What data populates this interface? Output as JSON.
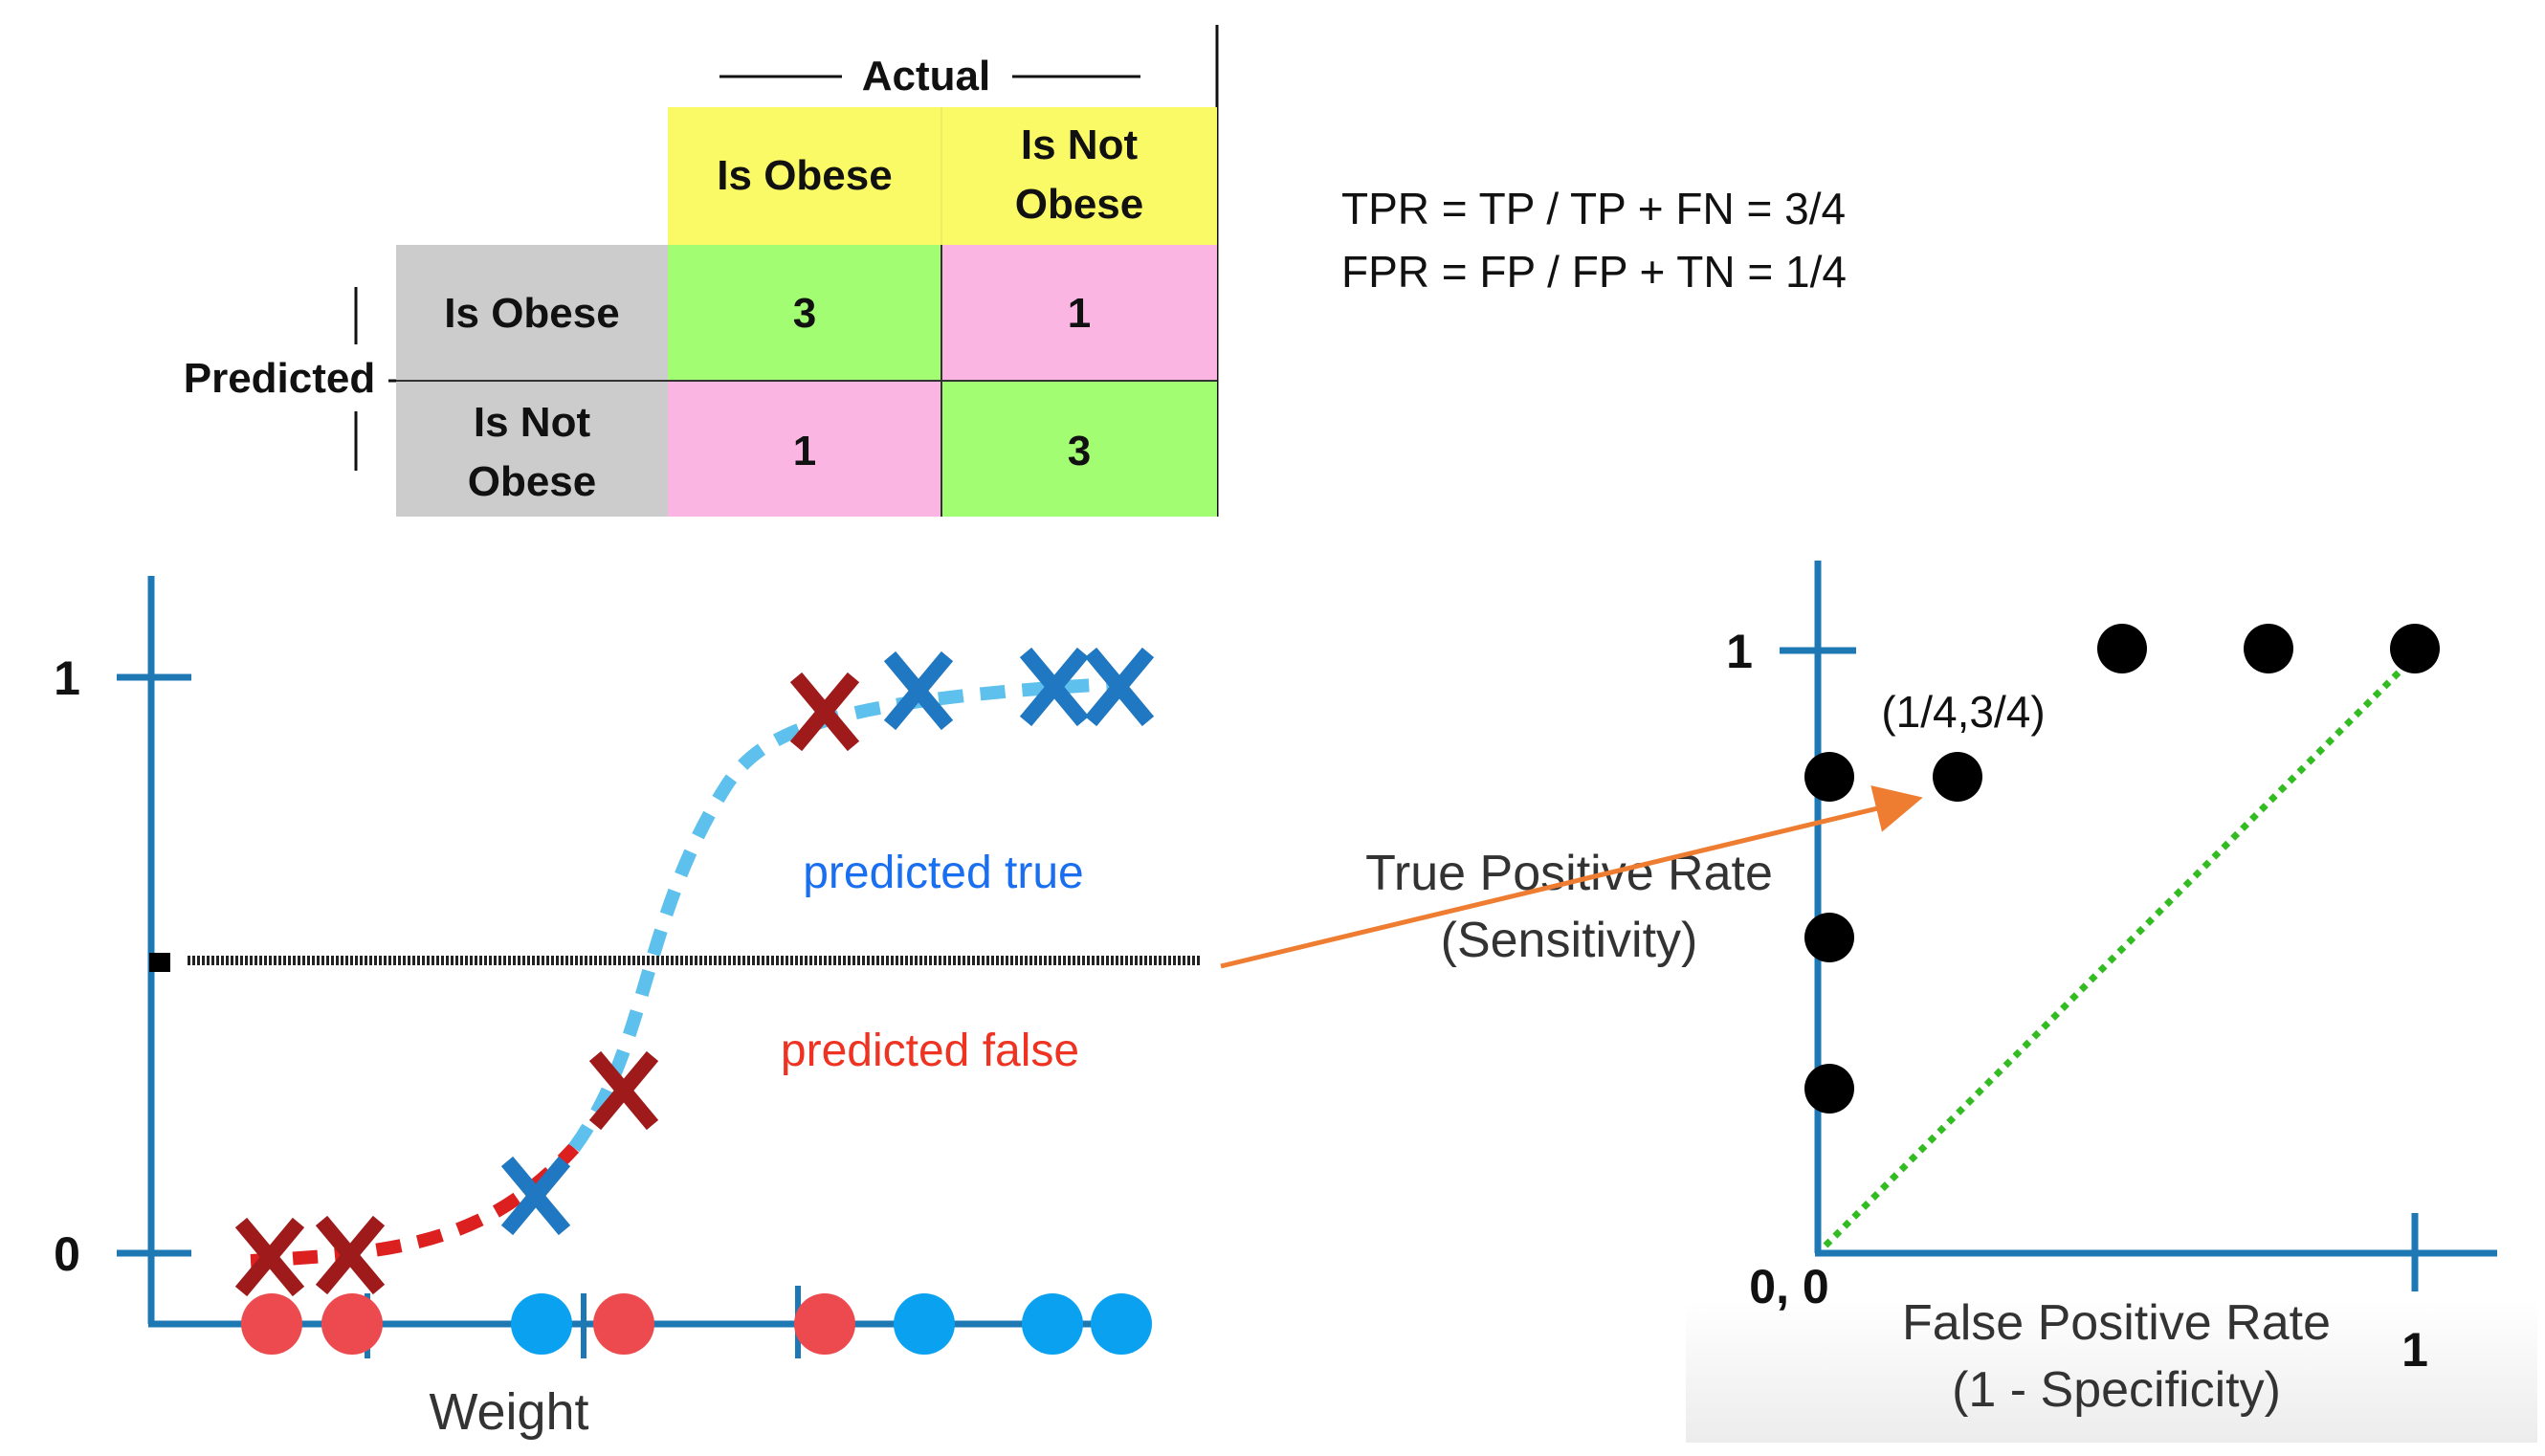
{
  "confusion_matrix": {
    "axis_actual": "Actual",
    "axis_predicted": "Predicted",
    "col_headers": [
      "Is Obese",
      "Is Not Obese"
    ],
    "row_headers": [
      "Is Obese",
      "Is Not Obese"
    ],
    "cells": [
      [
        "3",
        "1"
      ],
      [
        "1",
        "3"
      ]
    ],
    "colors": {
      "header": "#fafa66",
      "row_header": "#cccccc",
      "correct": "#a3fd73",
      "wrong": "#fbb5e3"
    }
  },
  "formulas": {
    "tpr": "TPR = TP / TP + FN = 3/4",
    "fpr": "FPR = FP / FP + TN = 1/4"
  },
  "logistic_plot": {
    "y_tick_1": "1",
    "y_tick_0": "0",
    "x_label": "Weight",
    "label_predicted_true": "predicted true",
    "label_predicted_false": "predicted false",
    "colors": {
      "obese": "#9f1b1b",
      "not_obese": "#1f78c1",
      "dot_red": "#ec4a4e",
      "dot_blue": "#0aa2f0",
      "curve_red": "#dc2020",
      "curve_blue": "#5ec0ec",
      "axis": "#1e78b4"
    },
    "points": [
      {
        "class": "obese",
        "dot": "red"
      },
      {
        "class": "obese",
        "dot": "red"
      },
      {
        "class": "not_obese",
        "dot": "blue"
      },
      {
        "class": "obese",
        "dot": "red"
      },
      {
        "class": "obese",
        "dot": "red"
      },
      {
        "class": "not_obese",
        "dot": "blue"
      },
      {
        "class": "not_obese",
        "dot": "blue"
      },
      {
        "class": "not_obese",
        "dot": "blue"
      }
    ]
  },
  "roc_plot": {
    "y_tick_1": "1",
    "origin": "0, 0",
    "x_tick_1": "1",
    "y_label_line1": "True Positive Rate",
    "y_label_line2": "(Sensitivity)",
    "x_label_line1": "False Positive Rate",
    "x_label_line2": "(1 - Specificity)",
    "annotation": "(1/4,3/4)",
    "arrow_color": "#ee7d31",
    "diagonal_color": "#33bb22",
    "roc_points": [
      {
        "fpr": 0,
        "tpr": 0.25
      },
      {
        "fpr": 0,
        "tpr": 0.5
      },
      {
        "fpr": 0,
        "tpr": 0.75
      },
      {
        "fpr": 0.25,
        "tpr": 0.75
      },
      {
        "fpr": 0.5,
        "tpr": 1
      },
      {
        "fpr": 0.75,
        "tpr": 1
      },
      {
        "fpr": 1,
        "tpr": 1
      }
    ]
  }
}
